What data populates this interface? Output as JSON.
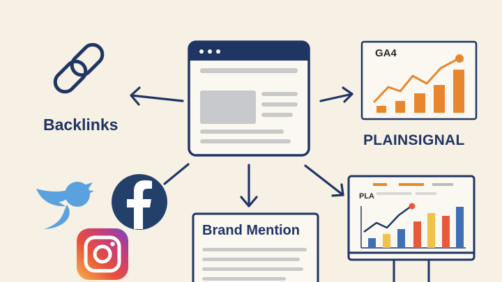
{
  "labels": {
    "backlinks": "Backlinks",
    "plainsignal": "PLAINSIGNAL",
    "brand_mention": "Brand Mention",
    "ga4": "GA4",
    "pla": "PLA"
  },
  "icons": {
    "link": "chain-link-icon",
    "twitter": "twitter-bird-icon",
    "facebook": "facebook-icon",
    "instagram": "instagram-icon"
  },
  "colors": {
    "background": "#f7f0e5",
    "navy": "#1f3563",
    "orange": "#e8862e",
    "twitter_blue": "#5aa2df",
    "facebook_navy": "#23406b",
    "bar_blue": "#3f6fb5",
    "bar_yellow": "#f0c24a",
    "bar_red": "#e8593c"
  }
}
